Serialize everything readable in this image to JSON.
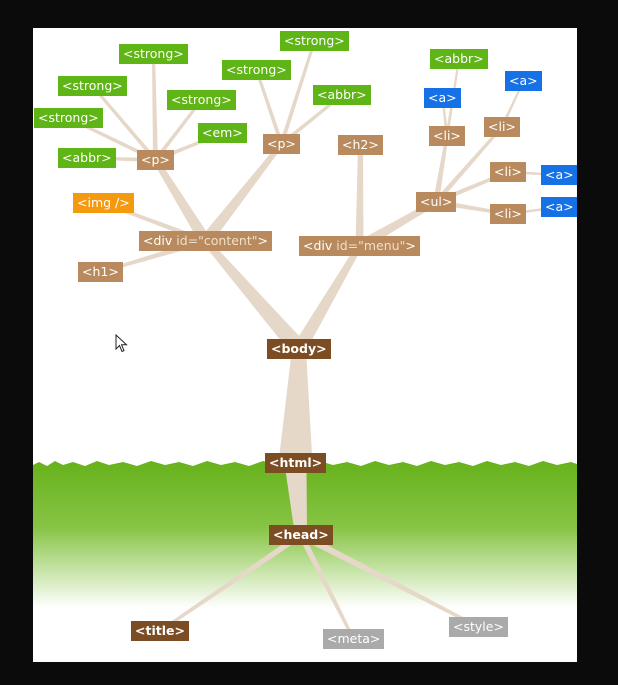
{
  "diagram": {
    "nodes": {
      "strong_top_left": {
        "text": "<strong>",
        "color": "green"
      },
      "strong_top_mid": {
        "text": "<strong>",
        "color": "green"
      },
      "strong_left2": {
        "text": "<strong>",
        "color": "green"
      },
      "strong_mid2": {
        "text": "<strong>",
        "color": "green"
      },
      "strong_mid3": {
        "text": "<strong>",
        "color": "green"
      },
      "strong_left3": {
        "text": "<strong>",
        "color": "green"
      },
      "abbr_right": {
        "text": "<abbr>",
        "color": "green"
      },
      "abbr_p2": {
        "text": "<abbr>",
        "color": "green"
      },
      "abbr_p1": {
        "text": "<abbr>",
        "color": "green"
      },
      "em": {
        "text": "<em>",
        "color": "green"
      },
      "p1": {
        "text": "<p>",
        "color": "tan"
      },
      "p2": {
        "text": "<p>",
        "color": "tan"
      },
      "h2": {
        "text": "<h2>",
        "color": "tan"
      },
      "li1": {
        "text": "<li>",
        "color": "tan"
      },
      "li2": {
        "text": "<li>",
        "color": "tan"
      },
      "li3": {
        "text": "<li>",
        "color": "tan"
      },
      "li4": {
        "text": "<li>",
        "color": "tan"
      },
      "ul": {
        "text": "<ul>",
        "color": "tan"
      },
      "a_li1": {
        "text": "<a>",
        "color": "blue"
      },
      "a_li2": {
        "text": "<a>",
        "color": "blue"
      },
      "a_li3": {
        "text": "<a>",
        "color": "blue"
      },
      "a_li4": {
        "text": "<a>",
        "color": "blue"
      },
      "img": {
        "text": "<img />",
        "color": "orange"
      },
      "div_content": {
        "tag": "<div",
        "attr": " id=\"content\"",
        "close": ">",
        "color": "tan"
      },
      "div_menu": {
        "tag": "<div",
        "attr": " id=\"menu\"",
        "close": ">",
        "color": "tan"
      },
      "h1": {
        "text": "<h1>",
        "color": "tan"
      },
      "body": {
        "text": "<body>",
        "color": "dark"
      },
      "html": {
        "text": "<html>",
        "color": "dark"
      },
      "head": {
        "text": "<head>",
        "color": "dark"
      },
      "title": {
        "text": "<title>",
        "color": "dark"
      },
      "meta": {
        "text": "<meta>",
        "color": "gray"
      },
      "style": {
        "text": "<style>",
        "color": "gray"
      }
    },
    "colors": {
      "green": "#5fb416",
      "tan": "#b88a5d",
      "dark": "#7c4c22",
      "blue": "#1670e6",
      "orange": "#f59a0f",
      "gray": "#aaaaaa",
      "branch": "#e6d8c8",
      "grass": "#67b21c"
    }
  }
}
